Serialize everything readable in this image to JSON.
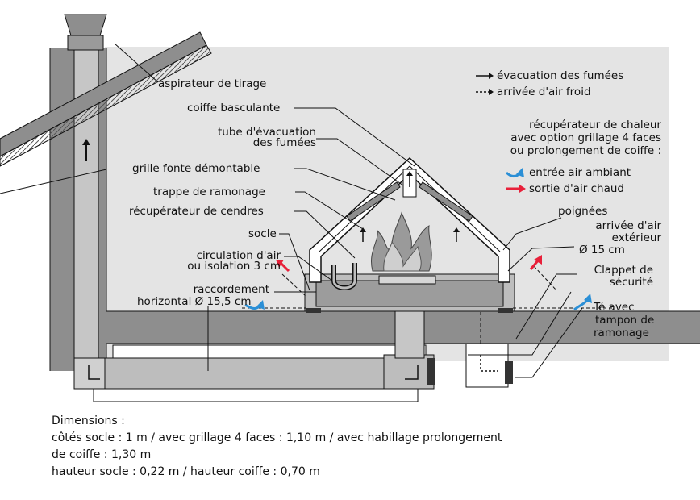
{
  "colors": {
    "background_panel": "#e4e4e4",
    "wall_dark": "#8e8e8e",
    "base_mid": "#bdbdbd",
    "line": "#111111",
    "hot_air_arrow": "#e8203a",
    "ambient_air_arrow": "#2b8fd6"
  },
  "legend": {
    "fumes": "évacuation des fumées",
    "cold_air": "arrivée d'air froid",
    "recuperator_title_1": "récupérateur de chaleur",
    "recuperator_title_2": "avec option grillage 4 faces",
    "recuperator_title_3": "ou prolongement de coiffe :",
    "ambient_air": "entrée air ambiant",
    "hot_air": "sortie d'air chaud"
  },
  "labels": {
    "aspirateur": "aspirateur de tirage",
    "coiffe": "coiffe basculante",
    "tube_1": "tube d'évacuation",
    "tube_2": "des fumées",
    "grille": "grille fonte démontable",
    "trappe": "trappe de ramonage",
    "cendres": "récupérateur de cendres",
    "socle": "socle",
    "circulation_1": "circulation d'air",
    "circulation_2": "ou isolation 3 cm",
    "raccordement_1": "raccordement",
    "raccordement_2": "horizontal Ø 15,5 cm",
    "poignees": "poignées",
    "arrivee_1": "arrivée d'air",
    "arrivee_2": "extérieur",
    "arrivee_3": "Ø 15 cm",
    "clappet_1": "Clappet de",
    "clappet_2": "sécurité",
    "te_1": "Té avec",
    "te_2": "tampon de",
    "te_3": "ramonage"
  },
  "dimensions": {
    "title": "Dimensions :",
    "line1": "côtés socle : 1 m /  avec grillage 4 faces : 1,10 m /  avec habillage prolongement",
    "line2": "de coiffe : 1,30 m",
    "line3": "hauteur socle : 0,22 m /  hauteur coiffe : 0,70 m"
  }
}
